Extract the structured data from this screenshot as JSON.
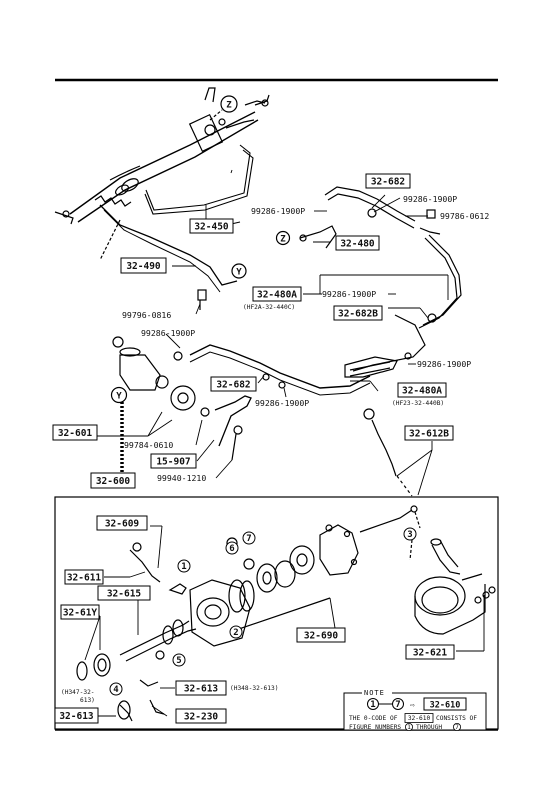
{
  "diagram": {
    "part_labels": [
      "32-682",
      "32-450",
      "32-480",
      "32-490",
      "32-480A",
      "32-682B",
      "32-682",
      "32-480A",
      "32-601",
      "32-612B",
      "15-907",
      "32-600",
      "32-609",
      "32-611",
      "32-615",
      "32-61Y",
      "32-690",
      "32-621",
      "32-613",
      "32-613",
      "32-230"
    ],
    "plain_numbers": [
      "99286-1900P",
      "99286-1900P",
      "99786-0612",
      "99796-0816",
      "99286-1900P",
      "99286-1900P",
      "99286-1900P",
      "99286-1900P",
      "99784-0610",
      "99940-1210"
    ],
    "sub_notes": {
      "hf2a": "(HF2A-32-440C)",
      "hf23": "(HF23-32-440B)",
      "h348": "(H348-32-613)",
      "h347_line1": "(H347-32-",
      "h347_line2": "613)"
    },
    "callout_letters": [
      "Z",
      "Z",
      "Y",
      "Y"
    ],
    "circled_numbers": [
      "1",
      "2",
      "3",
      "4",
      "5",
      "6",
      "7"
    ],
    "note": {
      "title": "NOTE",
      "from": "1",
      "to": "7",
      "target": "32-610",
      "text_line1_pre": "THE 0-CODE OF",
      "text_line1_code": "32-610",
      "text_line1_post": "CONSISTS OF",
      "text_line2_pre": "FIGURE NUMBERS",
      "text_line2_a": "1",
      "text_line2_mid": "THROUGH",
      "text_line2_b": "7"
    }
  }
}
